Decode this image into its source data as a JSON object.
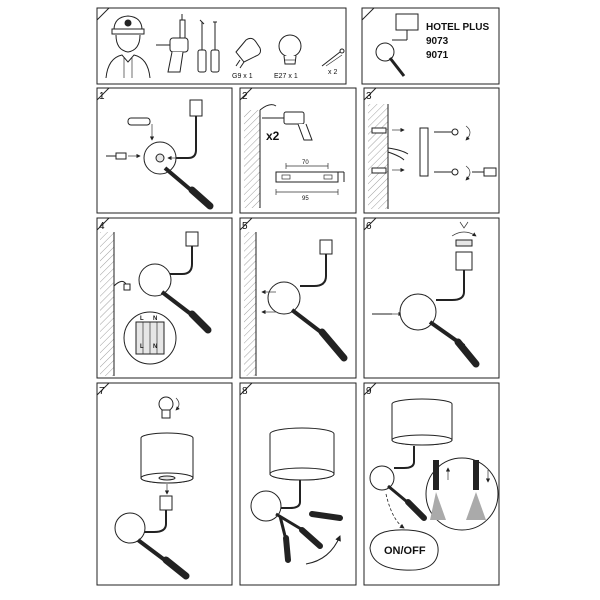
{
  "header": {
    "product_name": "HOTEL PLUS",
    "model_1": "9073",
    "model_2": "9071"
  },
  "tools": {
    "g9_label": "G9 x 1",
    "e27_label": "E27 x 1",
    "screw_label": "x 2"
  },
  "steps": {
    "s1": "1",
    "s2": "2",
    "s3": "3",
    "s4": "4",
    "s5": "5",
    "s6": "6",
    "s7": "7",
    "s8": "8",
    "s9": "9"
  },
  "step2": {
    "multiplier": "x2",
    "dim_top": "70",
    "dim_bottom": "95"
  },
  "step4": {
    "terminal_l": "L",
    "terminal_n": "N"
  },
  "step9": {
    "switch_label": "ON/OFF"
  }
}
